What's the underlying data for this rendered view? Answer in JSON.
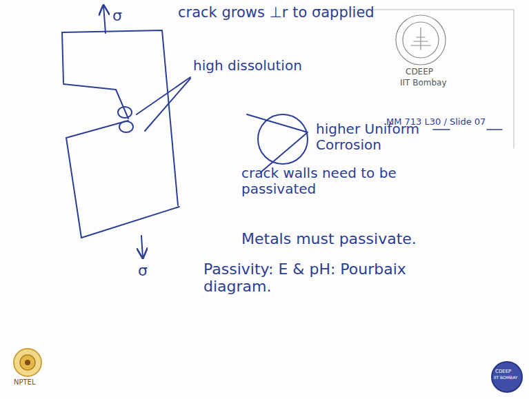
{
  "diagram": {
    "labels": [
      "σ",
      "crack grows ⊥r to σapplied",
      "CDEEP",
      "IIT Bombay",
      "MM 713 L30 / Slide 07",
      "high dissolution",
      "higher Uniform Corrosion",
      "crack walls need to be passivated",
      "σ",
      "Metals must passivate.",
      "Passivity: E & pH: Pourbaix diagram.",
      "NPTEL",
      "CDEEP",
      "IIT BOMBAY"
    ]
  }
}
